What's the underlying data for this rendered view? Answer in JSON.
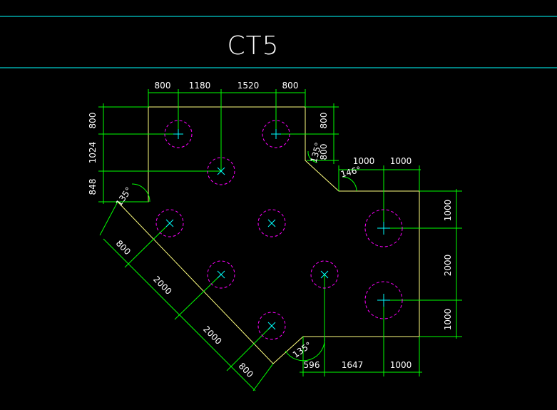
{
  "title": "CT5",
  "colors": {
    "background": "#000000",
    "frame_line": "#00ffff",
    "outline": "#ffff80",
    "dimension": "#00ff00",
    "pile_circle": "#ff00ff",
    "pile_center": "#00ffff",
    "text": "#ffffff"
  },
  "dimensions": {
    "top": [
      "800",
      "1180",
      "1520",
      "800"
    ],
    "left": [
      "800",
      "1024",
      "848"
    ],
    "right_upper": [
      "800",
      "800"
    ],
    "upper_right_horizontal": [
      "1000",
      "1000"
    ],
    "right": [
      "1000",
      "2000",
      "1000"
    ],
    "bottom": [
      "596",
      "1647",
      "1000"
    ],
    "diagonal": [
      "800",
      "2000",
      "2000",
      "800"
    ]
  },
  "angles": {
    "left": "135°",
    "upper_right": "146°",
    "upper_notch": "135°",
    "bottom": "135°"
  },
  "pile_mark_icons": [
    "plus-marker",
    "cross-marker"
  ]
}
